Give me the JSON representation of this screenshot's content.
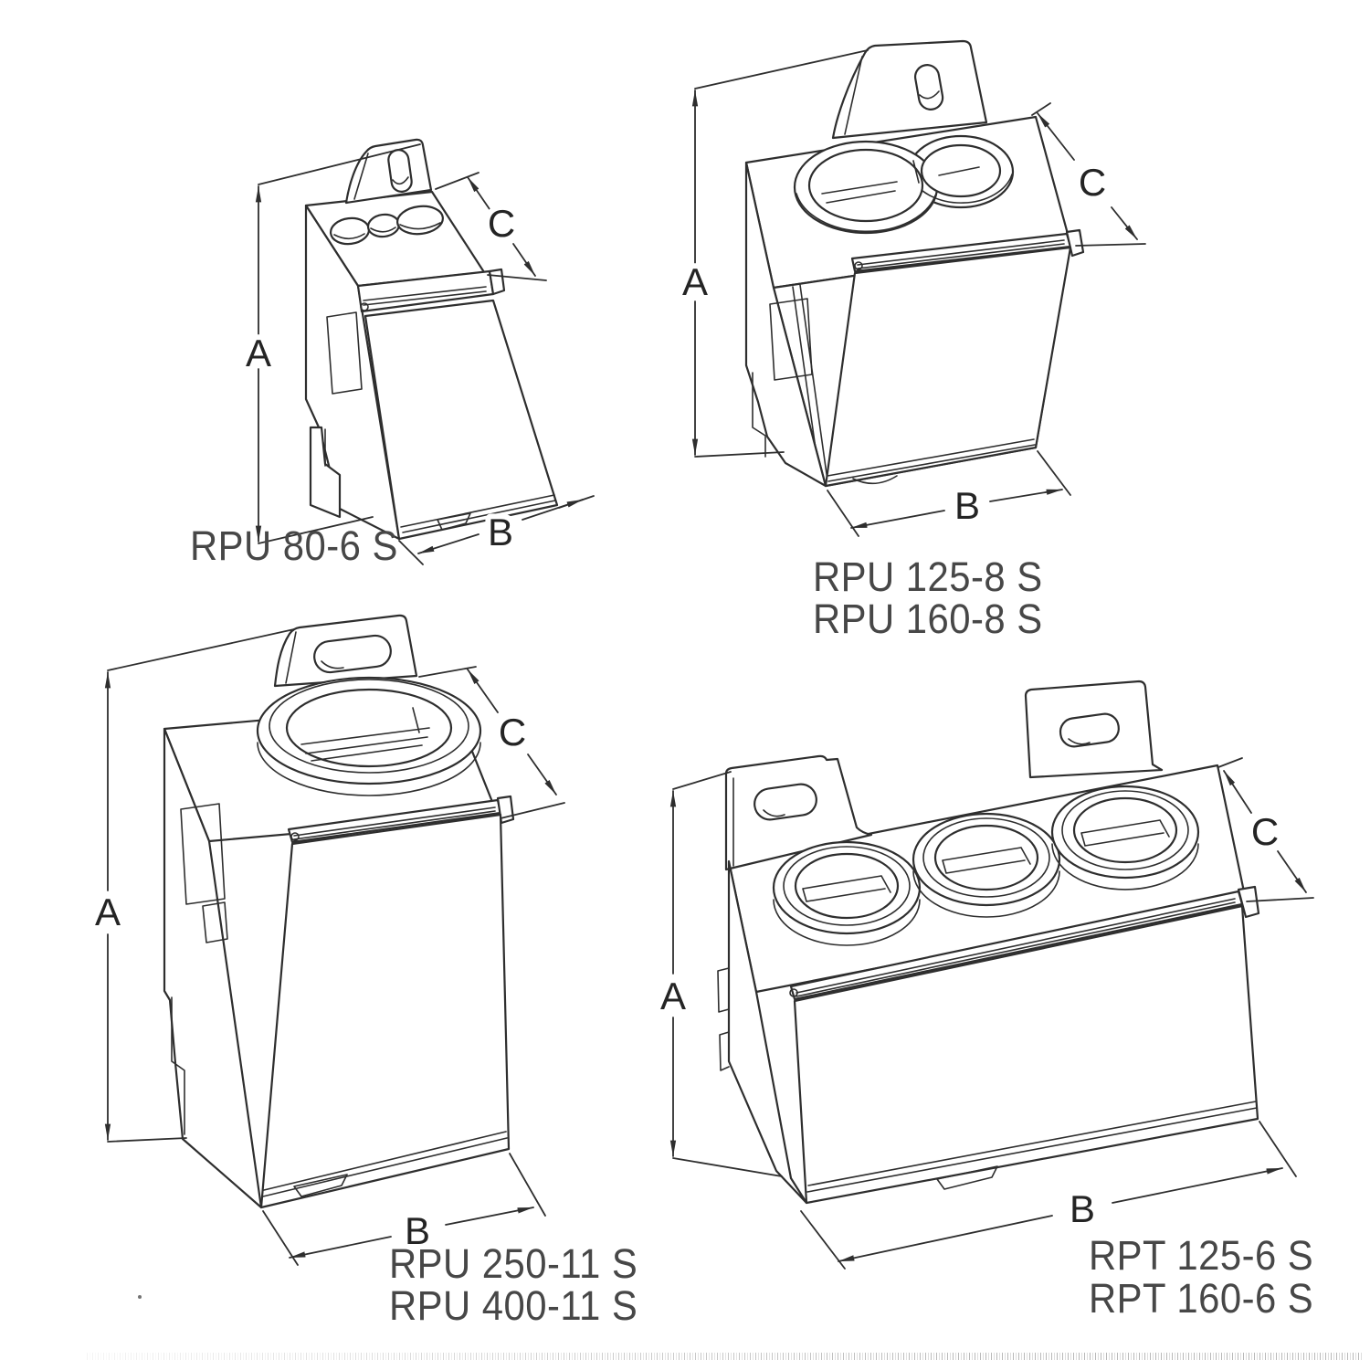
{
  "colors": {
    "ink": "#2e2e2e",
    "label": "#474747",
    "paper": "#ffffff"
  },
  "drawings": [
    {
      "id": "rpu-80-6-s",
      "label_lines": [
        "RPU 80-6 S"
      ],
      "dims": {
        "a": "A",
        "b": "B",
        "c": "C"
      }
    },
    {
      "id": "rpu-125-8-s",
      "label_lines": [
        "RPU 125-8 S",
        "RPU 160-8 S"
      ],
      "dims": {
        "a": "A",
        "b": "B",
        "c": "C"
      }
    },
    {
      "id": "rpu-250-11-s",
      "label_lines": [
        "RPU 250-11 S",
        "RPU 400-11 S"
      ],
      "dims": {
        "a": "A",
        "b": "B",
        "c": "C"
      }
    },
    {
      "id": "rpt-125-6-s",
      "label_lines": [
        "RPT 125-6 S",
        "RPT 160-6 S"
      ],
      "dims": {
        "a": "A",
        "b": "B",
        "c": "C"
      }
    }
  ]
}
